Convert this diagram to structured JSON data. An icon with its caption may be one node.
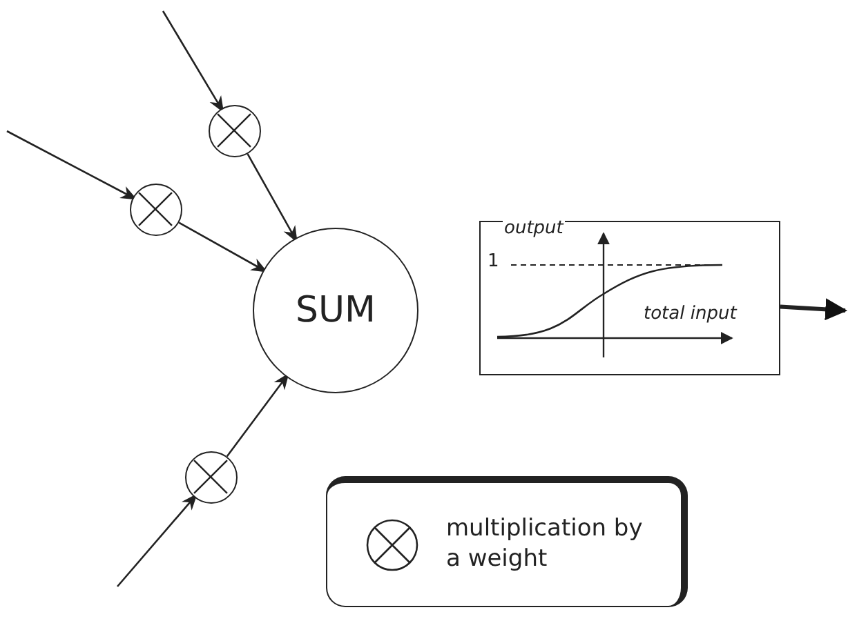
{
  "diagram": {
    "nodes": [
      {
        "text": [],
        "shape": "circle"
      },
      {
        "text": [],
        "shape": "circle"
      },
      {
        "text": [],
        "shape": "circle"
      },
      {
        "text": [
          "SUM"
        ]
      },
      {
        "text": [
          "output",
          "1",
          "total input"
        ]
      }
    ],
    "edges": [
      {
        "from": null,
        "to": 0,
        "arrow": "to"
      },
      {
        "from": 0,
        "to": 3,
        "arrow": "to"
      },
      {
        "from": null,
        "to": 1,
        "arrow": "to"
      },
      {
        "from": 1,
        "to": 3,
        "arrow": "to"
      },
      {
        "from": null,
        "to": 2,
        "arrow": "to"
      },
      {
        "from": 2,
        "to": 3,
        "arrow": "to"
      },
      {
        "from": 4,
        "to": null,
        "arrow": "to",
        "style": "thick"
      }
    ],
    "legend": [
      {
        "text": "multiplication by a weight"
      }
    ]
  }
}
